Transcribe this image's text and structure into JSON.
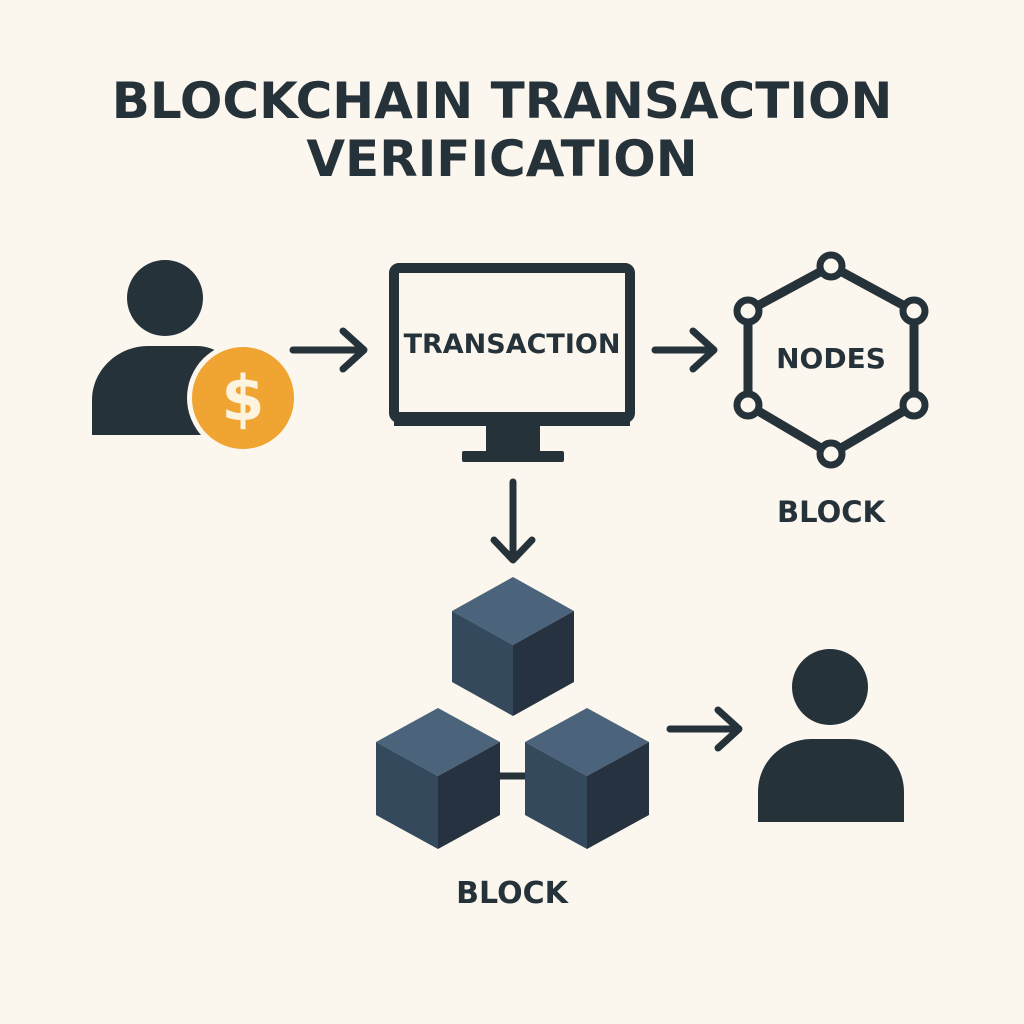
{
  "title": {
    "line1": "BLOCKCHAIN TRANSACTION",
    "line2": "VERIFICATION"
  },
  "labels": {
    "transaction": "TRANSACTION",
    "nodes": "NODES",
    "nodes_block": "BLOCK",
    "chain_block": "BLOCK"
  },
  "icons": {
    "coin_symbol": "$"
  },
  "colors": {
    "background": "#fbf6ee",
    "ink": "#26323a",
    "coin": "#f0a431",
    "coin_text": "#fdf3df",
    "block_top": "#4c637c",
    "block_left": "#34495c",
    "block_right": "#26323f"
  }
}
